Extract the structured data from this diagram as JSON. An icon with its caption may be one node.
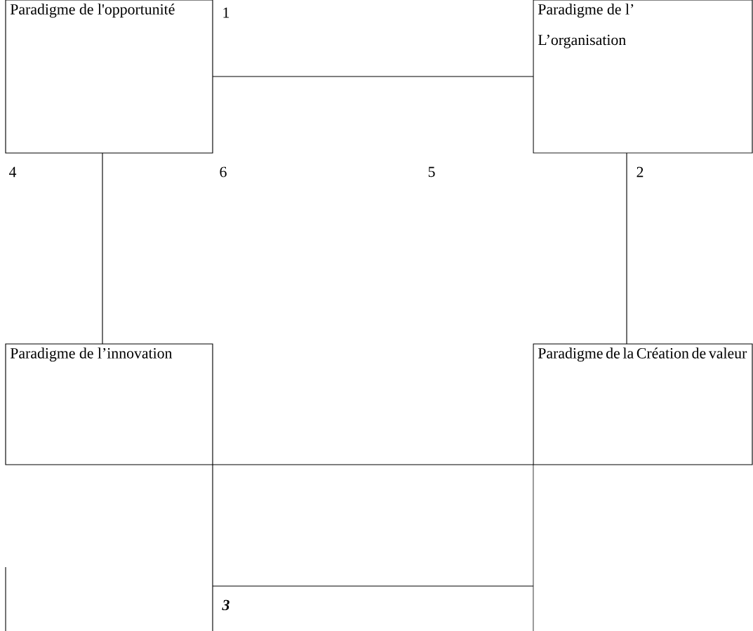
{
  "diagram": {
    "nodes": [
      {
        "text": [
          "Paradigme de l'opportunité"
        ]
      },
      {
        "text": [
          "Paradigme de l’",
          "L’organisation"
        ]
      },
      {
        "text": [
          "Paradigme de l’innovation"
        ]
      },
      {
        "text": [
          "Paradigme de la Création de valeur"
        ]
      }
    ],
    "edges": [
      {
        "from": 0,
        "to": 1,
        "arrow": "none"
      },
      {
        "from": 0,
        "to": 2,
        "arrow": "none"
      },
      {
        "from": 1,
        "to": 3,
        "arrow": "none"
      },
      {
        "from": 2,
        "to": 3,
        "arrow": "none"
      }
    ],
    "labels": [
      "1",
      "4",
      "6",
      "5",
      "2",
      "3"
    ]
  }
}
